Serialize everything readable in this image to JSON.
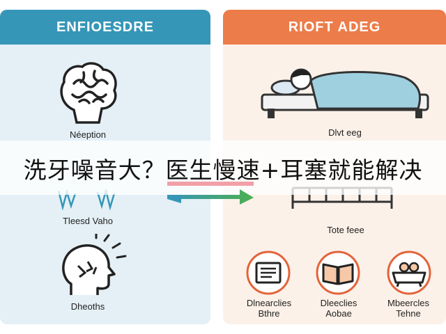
{
  "left_panel": {
    "title": "ENFIOESDRE",
    "labels": [
      "Néeption",
      "Tleesd Vaho",
      "Dheoths"
    ],
    "accent": "#3596b8"
  },
  "right_panel": {
    "title": "RIOFT ADEG",
    "labels": [
      "Dlvt eeg",
      "Tote feee"
    ],
    "circle_labels": [
      [
        "Dlnearclies",
        "Bthre"
      ],
      [
        "Dleeclies",
        "Aobae"
      ],
      [
        "Mbeercles",
        "Tehne"
      ]
    ],
    "accent": "#ec7c4a"
  },
  "caption": "洗牙噪音大？医生慢速+耳塞就能解决",
  "icons": [
    "brain-icon",
    "sound-wave-icon",
    "head-noise-icon",
    "sleeping-person-bed-icon",
    "crib-icon",
    "book-icon",
    "open-book-icon",
    "bathtub-icon",
    "swap-arrows-icon"
  ]
}
